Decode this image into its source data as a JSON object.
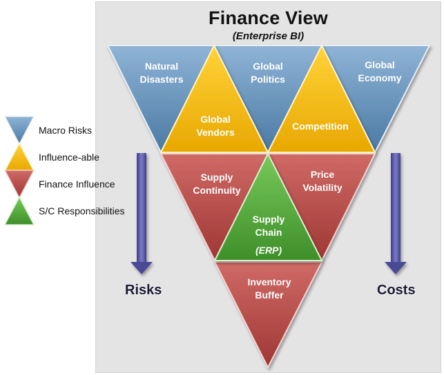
{
  "title": "Finance View",
  "subtitle": "(Enterprise BI)",
  "colors": {
    "macro": "#6b98c0",
    "influenceable": "#fcc20a",
    "finance": "#c0504d",
    "supply": "#5cb043",
    "arrow": "#5a5aa2"
  },
  "segments": {
    "natural_disasters": "Natural\nDisasters",
    "global_politics": "Global\nPolitics",
    "global_economy": "Global\nEconomy",
    "global_vendors": "Global\nVendors",
    "competition": "Competition",
    "supply_continuity": "Supply\nContinuity",
    "price_volatility": "Price\nVolatility",
    "supply_chain": "Supply\nChain",
    "erp": "(ERP)",
    "inventory_buffer": "Inventory\nBuffer"
  },
  "side_labels": {
    "risks": "Risks",
    "costs": "Costs"
  },
  "legend": [
    {
      "icon": "macro",
      "label": "Macro Risks"
    },
    {
      "icon": "influenceable",
      "label": "Influence-able"
    },
    {
      "icon": "finance",
      "label": "Finance Influence"
    },
    {
      "icon": "supply",
      "label": "S/C Responsibilities"
    }
  ]
}
